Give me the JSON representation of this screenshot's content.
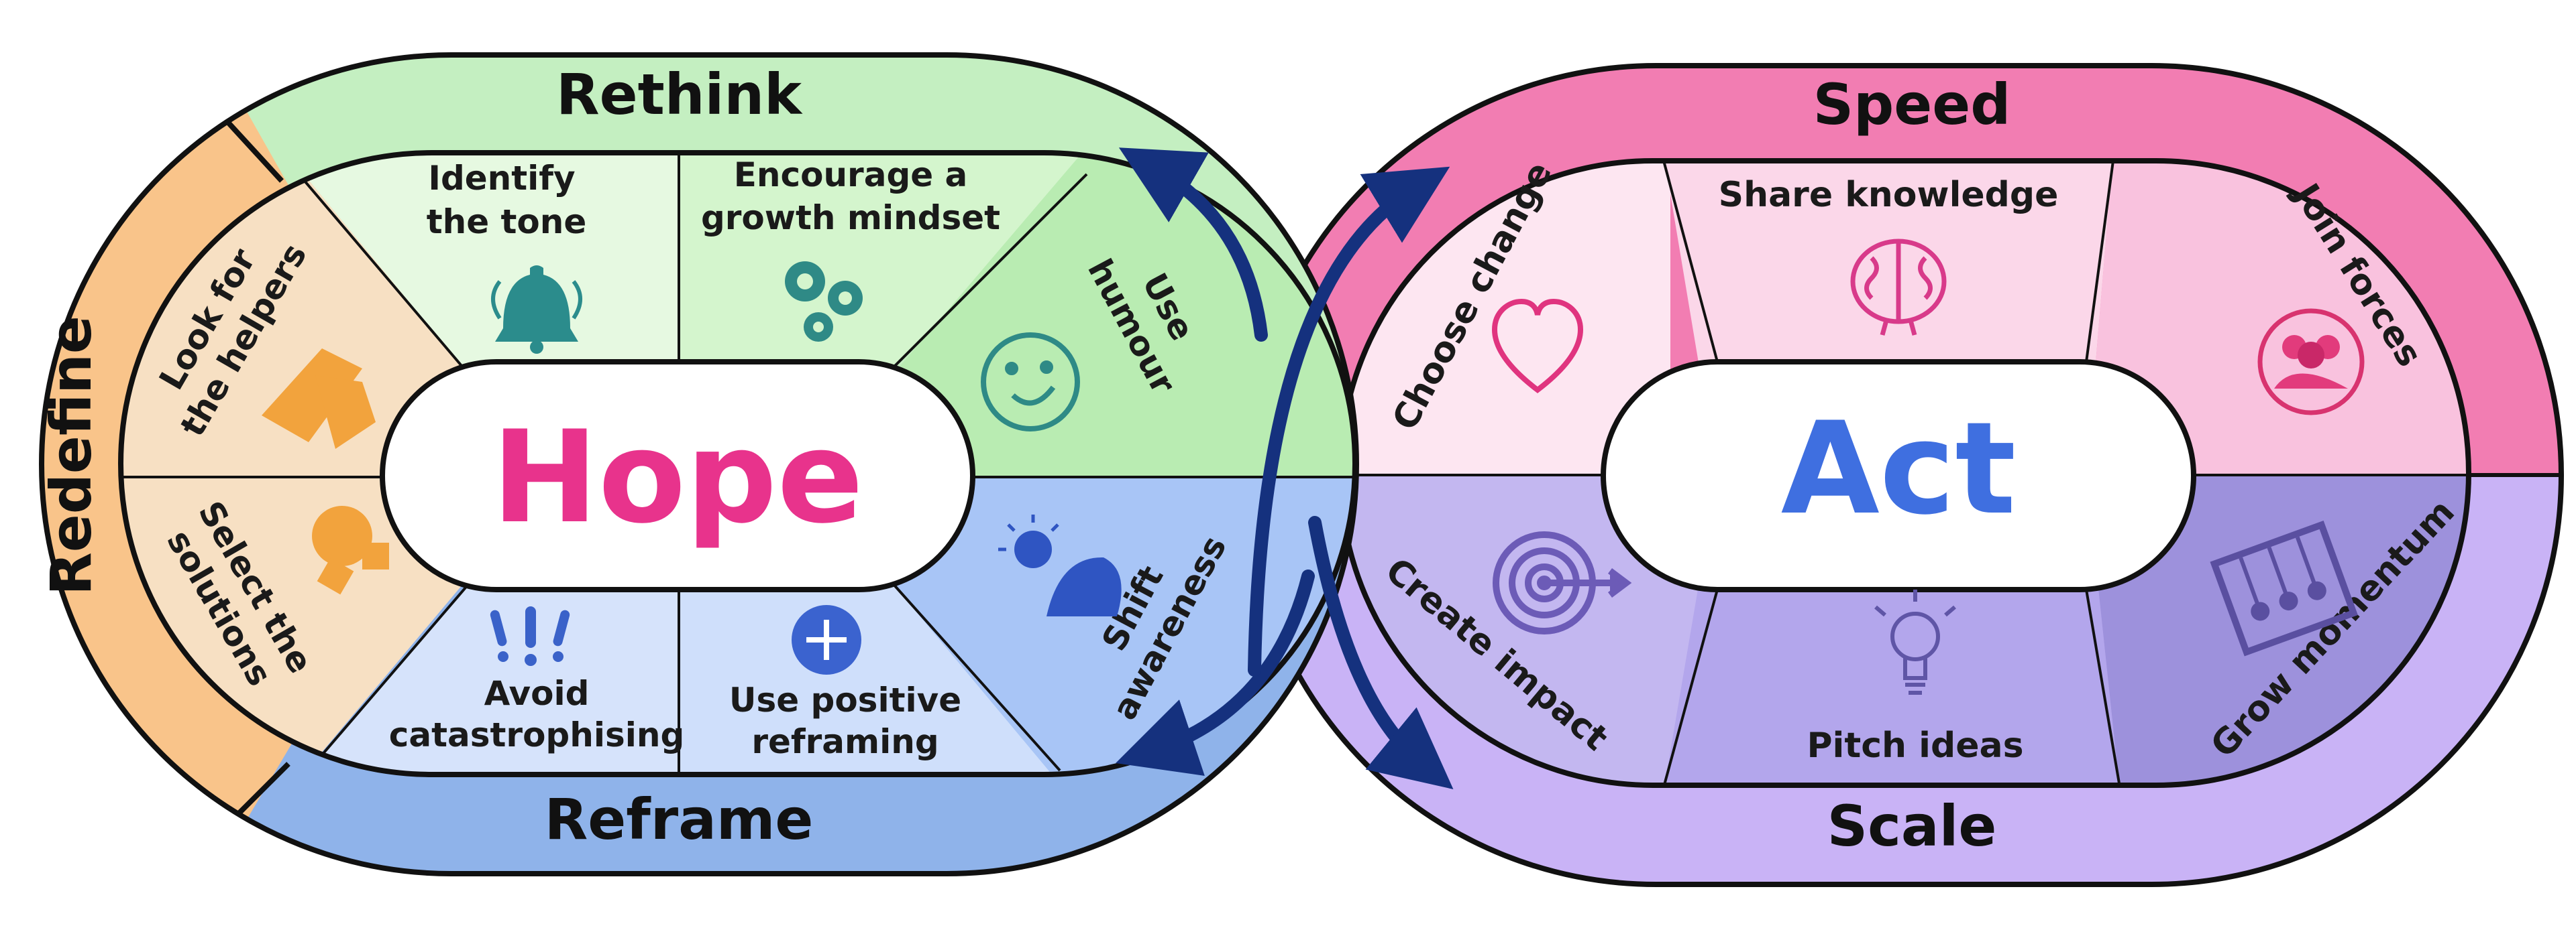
{
  "colors": {
    "rethink": "#c4efc1",
    "redefine": "#f9c48a",
    "reframe": "#8fb3ea",
    "speed": "#f27db2",
    "scale": "#c9b3f6",
    "hope_text": "#e8338c",
    "act_text": "#3f6fe0",
    "arrow": "#15317e",
    "seg_green_light": "#e6f9e1",
    "seg_green_mid": "#d4f5cd",
    "seg_green_dark": "#b9ecb2",
    "seg_orange": "#f7e0c3",
    "seg_blue_light": "#d6e3fb",
    "seg_blue_dark": "#a8c5f6",
    "seg_pink_light": "#fde6f1",
    "seg_pink_mid": "#fbd7e9",
    "seg_pink_dark": "#f9c2de",
    "seg_purple_light": "#c3b7f0",
    "seg_purple_mid": "#b3a6ec",
    "seg_purple_dark": "#9d91dc"
  },
  "hope": {
    "center": "Hope",
    "bands": {
      "top": "Rethink",
      "left": "Redefine",
      "bottom": "Reframe"
    },
    "segments": {
      "identify_tone": [
        "Identify",
        "the tone"
      ],
      "growth_mindset": [
        "Encourage a",
        "growth mindset"
      ],
      "use_humour": [
        "Use",
        "humour"
      ],
      "look_helpers": [
        "Look for",
        "the helpers"
      ],
      "select_solutions": [
        "Select the",
        "solutions"
      ],
      "avoid_catastrophising": [
        "Avoid",
        "catastrophising"
      ],
      "positive_reframing": [
        "Use positive",
        "reframing"
      ],
      "shift_awareness": [
        "Shift",
        "awareness"
      ]
    }
  },
  "act": {
    "center": "Act",
    "bands": {
      "top": "Speed",
      "bottom": "Scale"
    },
    "segments": {
      "choose_change": "Choose change",
      "share_knowledge": "Share knowledge",
      "join_forces": "Join forces",
      "create_impact": "Create impact",
      "pitch_ideas": "Pitch ideas",
      "grow_momentum": "Grow momentum"
    }
  },
  "icons": {
    "identify_tone": "bell-icon",
    "growth_mindset": "gears-icon",
    "use_humour": "smiley-icon",
    "look_helpers": "handshake-icon",
    "select_solutions": "puzzle-bulb-icon",
    "avoid_catastrophising": "exclamation-icon",
    "positive_reframing": "plus-icon",
    "shift_awareness": "sun-person-icon",
    "choose_change": "heart-icon",
    "share_knowledge": "brain-icon",
    "join_forces": "group-icon",
    "create_impact": "target-icon",
    "pitch_ideas": "lightbulb-icon",
    "grow_momentum": "newtons-cradle-icon"
  }
}
